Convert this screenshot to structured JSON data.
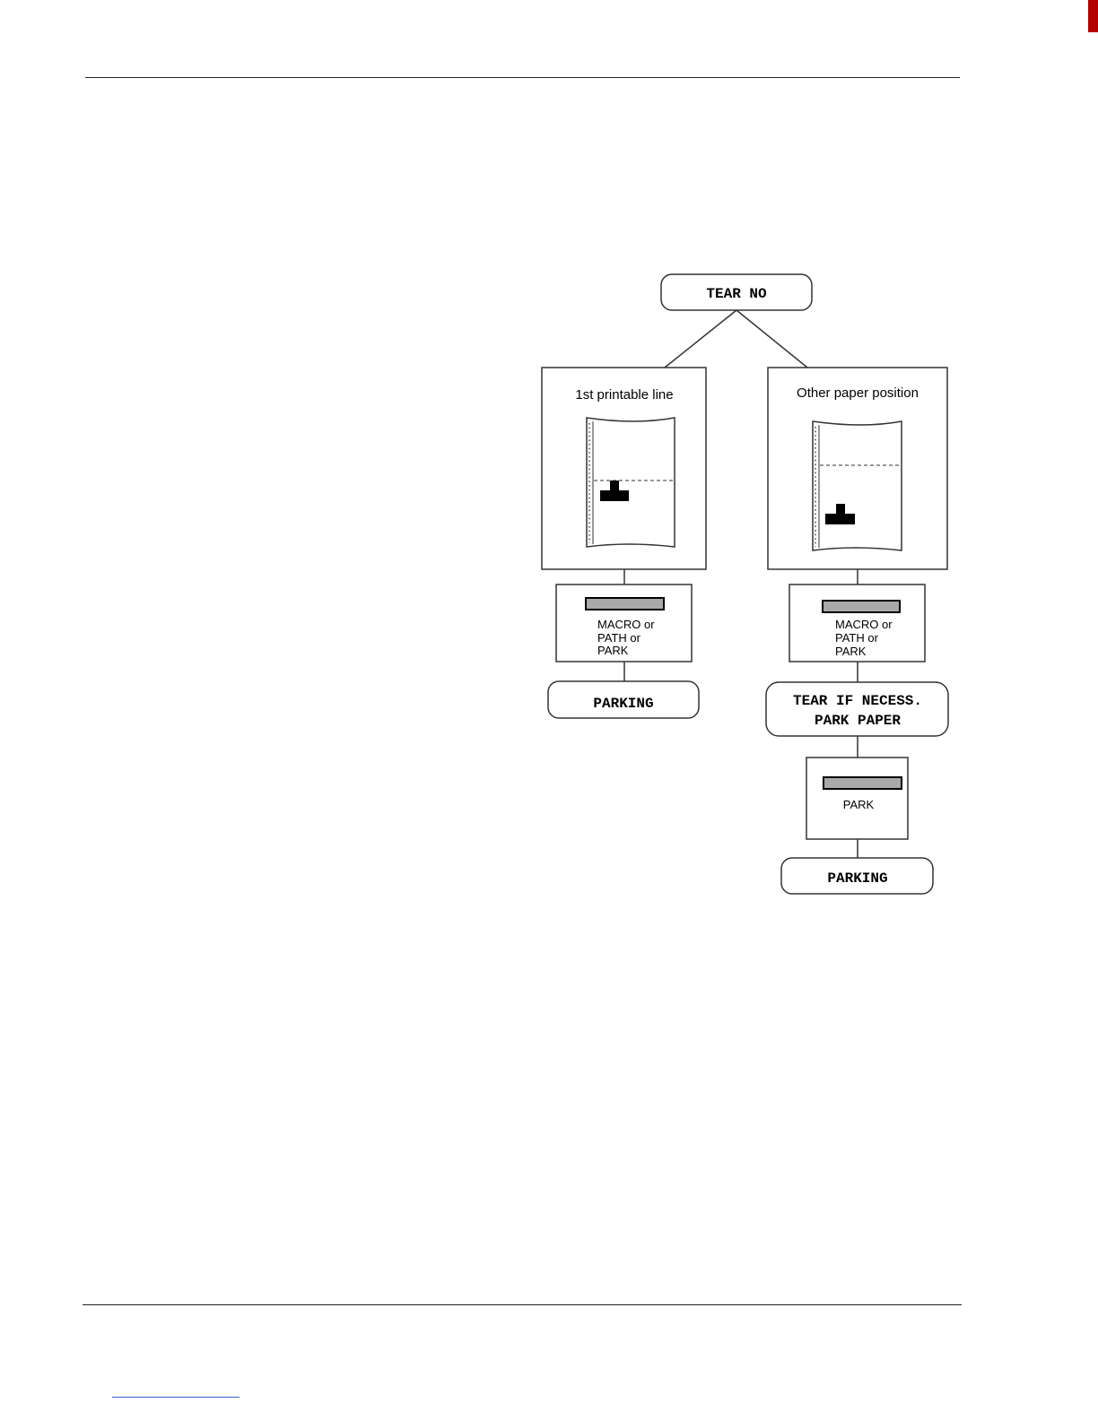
{
  "diagram": {
    "start_display": "TEAR NO",
    "left_branch": {
      "condition": "1st printable line",
      "key_lines": [
        "MACRO or",
        "PATH or",
        "PARK"
      ],
      "result_display": "PARKING"
    },
    "right_branch": {
      "condition": "Other paper position",
      "key_lines": [
        "MACRO or",
        "PATH or",
        "PARK"
      ],
      "intermediate_display": [
        "TEAR IF NECESS.",
        "PARK PAPER"
      ],
      "second_key": "PARK",
      "result_display": "PARKING"
    }
  },
  "colors": {
    "key_fill": "#a9a9a9",
    "line": "#333333"
  }
}
